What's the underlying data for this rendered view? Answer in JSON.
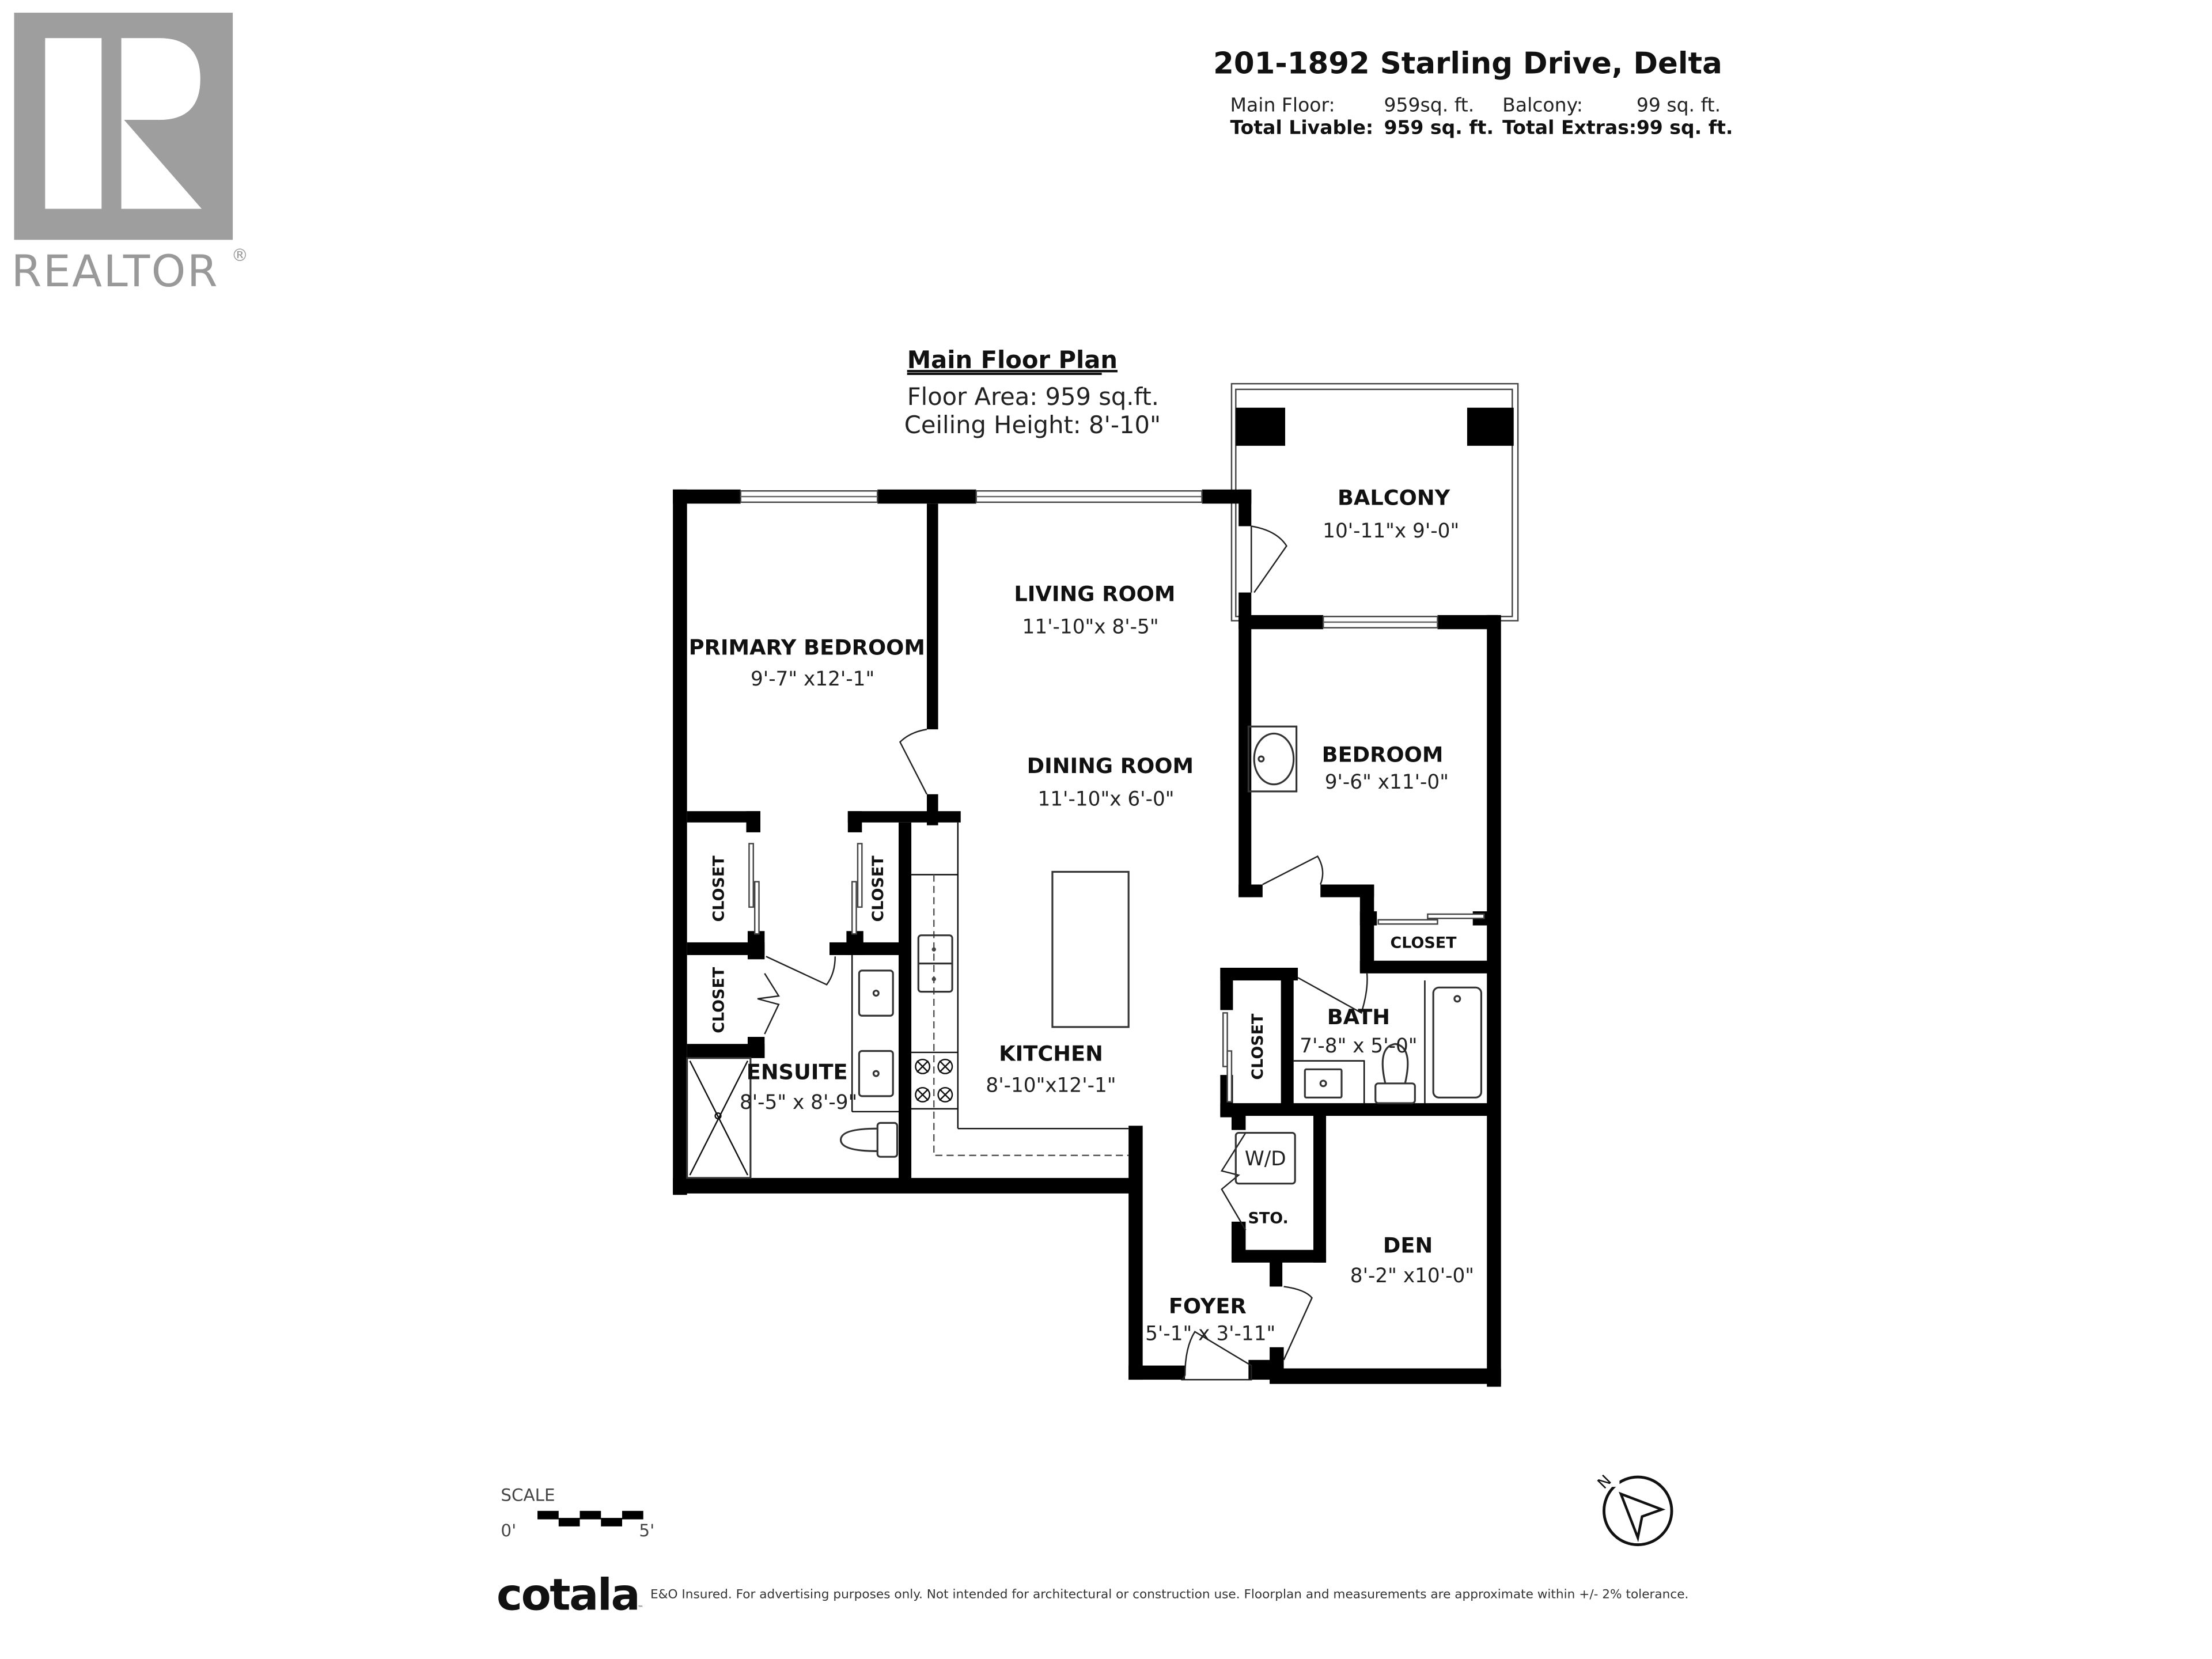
{
  "header": {
    "address": "201-1892 Starling Drive, Delta",
    "areas": [
      {
        "label": "Main Floor:",
        "value": "959sq. ft.",
        "bold": false
      },
      {
        "label": "Balcony:",
        "value": "99 sq. ft.",
        "bold": false
      },
      {
        "label": "Total Livable:",
        "value": "959 sq. ft.",
        "bold": true
      },
      {
        "label": "Total Extras:",
        "value": "99 sq. ft.",
        "bold": true
      }
    ]
  },
  "logo": {
    "text": "REALTOR",
    "mark": "®",
    "color": "#9e9e9e"
  },
  "plan": {
    "title": "Main Floor Plan",
    "floor_area": "Floor Area: 959 sq.ft.",
    "ceiling_height": "Ceiling Height: 8'-10\""
  },
  "rooms": {
    "balcony": {
      "name": "BALCONY",
      "dims": "10'-11\"x 9'-0\""
    },
    "living": {
      "name": "LIVING ROOM",
      "dims": "11'-10\"x 8'-5\""
    },
    "primary_bedroom": {
      "name": "PRIMARY BEDROOM",
      "dims": "9'-7\" x12'-1\""
    },
    "dining": {
      "name": "DINING ROOM",
      "dims": "11'-10\"x 6'-0\""
    },
    "bedroom": {
      "name": "BEDROOM",
      "dims": "9'-6\" x11'-0\""
    },
    "kitchen": {
      "name": "KITCHEN",
      "dims": "8'-10\"x12'-1\""
    },
    "ensuite": {
      "name": "ENSUITE",
      "dims": "8'-5\" x 8'-9\""
    },
    "bath": {
      "name": "BATH",
      "dims": "7'-8\" x 5'-0\""
    },
    "den": {
      "name": "DEN",
      "dims": "8'-2\" x10'-0\""
    },
    "foyer": {
      "name": "FOYER",
      "dims": "5'-1\" x 3'-11\""
    },
    "closet_label": "CLOSET",
    "storage": "STO.",
    "washer_dryer": "W/D"
  },
  "scale": {
    "label": "SCALE",
    "start": "0'",
    "end": "5'"
  },
  "compass": {
    "north_label": "N"
  },
  "footer": {
    "brand": "cotala",
    "trademark": "™",
    "disclaimer": "E&O Insured. For advertising purposes only. Not intended for architectural or construction use. Floorplan and measurements are approximate within +/- 2% tolerance."
  }
}
